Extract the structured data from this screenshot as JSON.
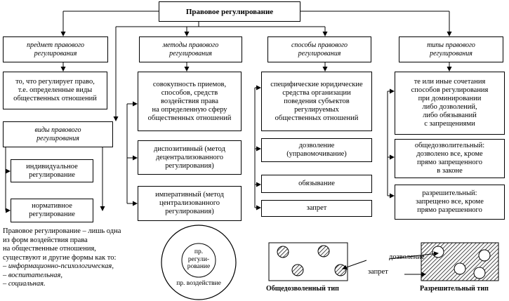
{
  "title": "Правовое регулирование",
  "subject": {
    "header": "предмет правового\nрегулирования",
    "desc": "то, что регулирует право,\nт.е. определенные виды\nобщественных отношений"
  },
  "kinds": {
    "header": "виды правового\nрегулирования",
    "items": [
      "индивидуальное\nрегулирование",
      "нормативное\nрегулирование"
    ]
  },
  "methods": {
    "header": "методы правового\nрегулирования",
    "desc": "совокупность приемов,\nспособов, средств\nвоздействия права\nна определенную сферу\nобщественных отношений",
    "items": [
      "диспозитивный (метод\nдецентрализованного\nрегулирования)",
      "императивный (метод\nцентрализованного\nрегулирования)"
    ]
  },
  "ways": {
    "header": "способы правового\nрегулирования",
    "desc": "специфические юридические\nсредства организации\nповедения субъектов\nрегулируемых\nобщественных отношений",
    "items": [
      "дозволение\n(управомочивание)",
      "обязывание",
      "запрет"
    ]
  },
  "types": {
    "header": "типы правового\nрегулирования",
    "desc": "те или иные сочетания\nспособов регулирования\nпри доминировании\nлибо дозволений,\nлибо обязываний\nс запрещениями",
    "items": [
      "общедозволительный:\nдозволено все, кроме\nпрямо запрещенного\nв законе",
      "разрешительный:\nзапрещено все, кроме\nпрямо разрешенного"
    ]
  },
  "note": {
    "text": "Правовое регулирование – лишь одна\nиз форм воздействия права\nна общественные отношения,\nсуществуют и другие формы как то:",
    "list": [
      "– информационно-психологическая,",
      "– воспитательная,",
      "– социальная."
    ]
  },
  "circle": {
    "inner": "пр.\nрегули-\nрование",
    "outer": "пр. воздействие"
  },
  "legend": {
    "permission": "дозволение",
    "prohibition": "запрет",
    "type1": "Общедозволенный тип",
    "type2": "Разрешительный тип"
  }
}
